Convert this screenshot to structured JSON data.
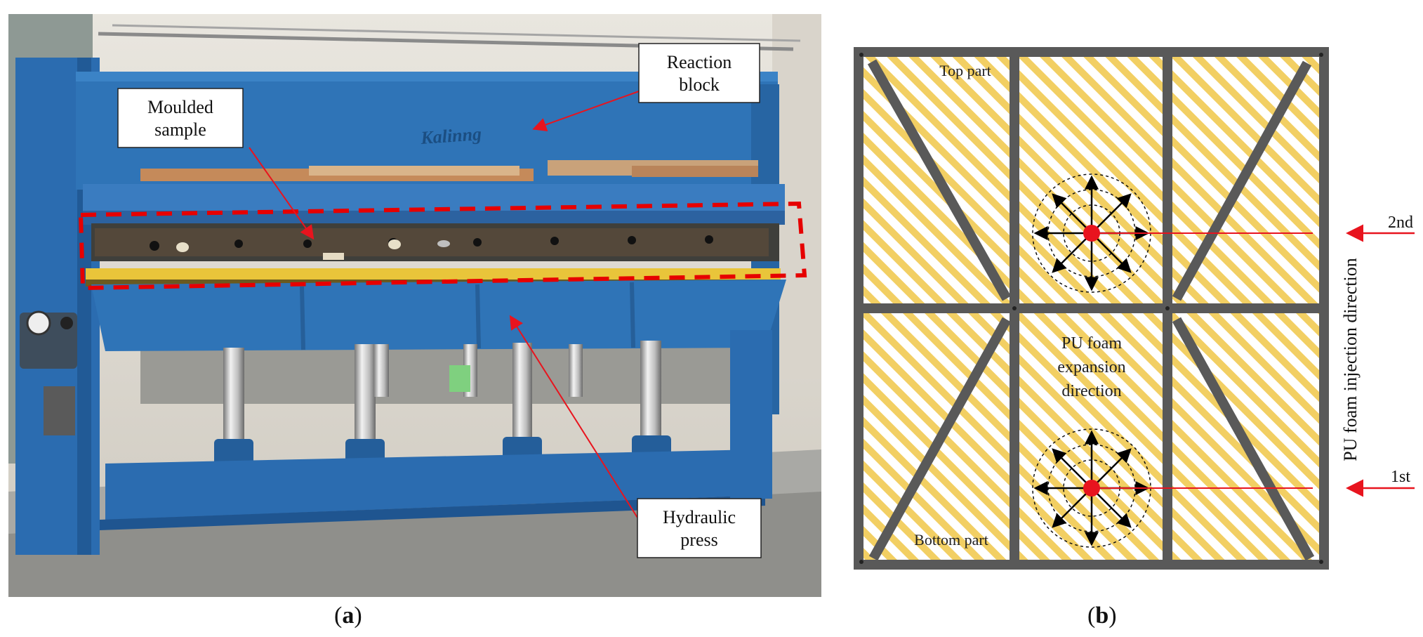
{
  "panel_a": {
    "label": "a",
    "callouts": {
      "reaction_block": [
        "Reaction",
        "block"
      ],
      "moulded_sample": [
        "Moulded",
        "sample"
      ],
      "hydraulic_press": [
        "Hydraulic",
        "press"
      ]
    },
    "brand_text": "Kalinng"
  },
  "panel_b": {
    "label": "b",
    "texts": {
      "top_part": "Top part",
      "bottom_part": "Bottom part",
      "expansion": [
        "PU foam",
        "expansion",
        "direction"
      ],
      "injection_axis": "PU foam injection direction",
      "second": "2nd",
      "first": "1st"
    }
  },
  "colors": {
    "frame": "#595959",
    "stripe": "#f0c850",
    "injection_point": "#e8141e",
    "machine_blue": "#2a6fb2",
    "dashed_outline": "#e60000"
  }
}
